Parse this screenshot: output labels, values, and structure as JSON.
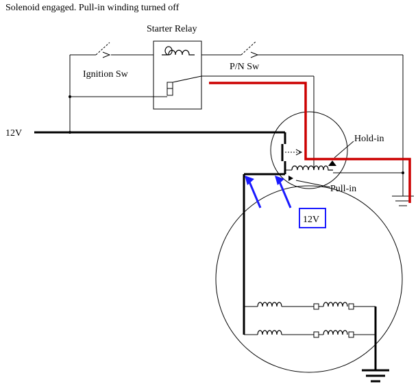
{
  "title": "Solenoid engaged.  Pull-in winding turned off",
  "labels": {
    "starter_relay": "Starter Relay",
    "ignition_sw": "Ignition Sw",
    "pn_sw": "P/N Sw",
    "battery_12v": "12V",
    "hold_in": "Hold-in",
    "pull_in": "Pull-in",
    "box_12v": "12V"
  },
  "colors": {
    "wire": "#000000",
    "energized_path": "#cc0000",
    "voltage_indicator": "#1a1aff"
  }
}
